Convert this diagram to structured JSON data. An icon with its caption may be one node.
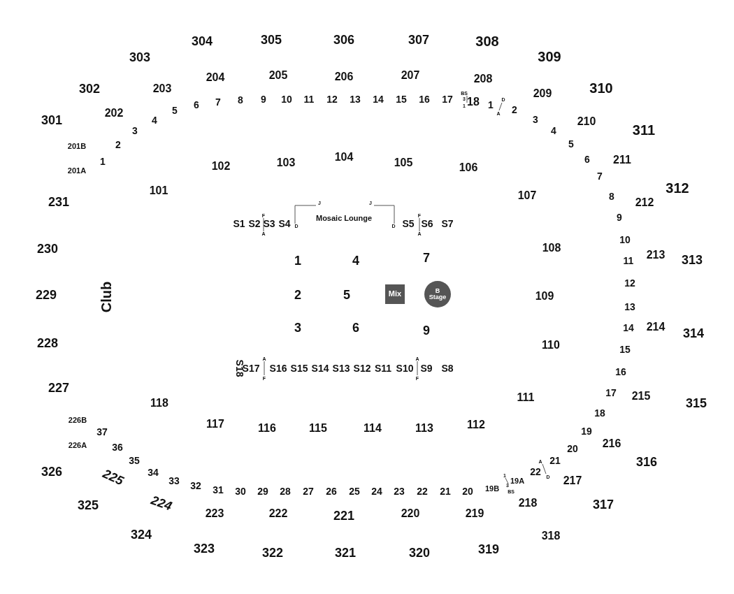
{
  "diagram": {
    "nodes": [
      {
        "text": [
          "Mix"
        ]
      },
      {
        "text": [
          "B Stage"
        ]
      }
    ],
    "labels": [
      "304",
      "305",
      "306",
      "307",
      "308",
      "303",
      "309",
      "204",
      "205",
      "206",
      "207",
      "208",
      "302",
      "203",
      "310",
      "209",
      "5",
      "6",
      "7",
      "8",
      "9",
      "10",
      "11",
      "12",
      "13",
      "14",
      "15",
      "16",
      "17",
      "BS",
      "3",
      "1",
      "18",
      "1",
      "D",
      "A",
      "2",
      "3",
      "4",
      "5",
      "6",
      "7",
      "8",
      "9",
      "10",
      "11",
      "12",
      "13",
      "14",
      "15",
      "16",
      "17",
      "18",
      "19",
      "20",
      "21",
      "22",
      "A",
      "D",
      "226B",
      "226A",
      "37",
      "36",
      "35",
      "34",
      "33",
      "32",
      "31",
      "30",
      "29",
      "28",
      "27",
      "26",
      "25",
      "24",
      "23",
      "22",
      "21",
      "20",
      "19B",
      "1",
      "3",
      "BS",
      "19A",
      "301",
      "202",
      "4",
      "3",
      "201B",
      "2",
      "1",
      "201A",
      "231",
      "101",
      "102",
      "103",
      "104",
      "105",
      "106",
      "210",
      "311",
      "211",
      "107",
      "212",
      "312",
      "J",
      "J",
      "Mosaic Lounge",
      "D",
      "D",
      "S1",
      "S2",
      "F",
      "S3",
      "A",
      "S4",
      "S5",
      "F",
      "S6",
      "A",
      "S7",
      "230",
      "1",
      "4",
      "7",
      "108",
      "213",
      "313",
      "229",
      "Club",
      "2",
      "5",
      "109",
      "228",
      "3",
      "6",
      "9",
      "110",
      "214",
      "314",
      "S18",
      "A",
      "S17",
      "F",
      "S16",
      "S15",
      "S14",
      "S13",
      "S12",
      "S11",
      "S10",
      "A",
      "S9",
      "F",
      "S8",
      "227",
      "118",
      "111",
      "215",
      "315",
      "117",
      "116",
      "115",
      "114",
      "113",
      "112",
      "216",
      "316",
      "326",
      "225",
      "217",
      "325",
      "224",
      "223",
      "222",
      "221",
      "220",
      "219",
      "218",
      "317",
      "324",
      "323",
      "322",
      "321",
      "320",
      "319",
      "318"
    ]
  }
}
